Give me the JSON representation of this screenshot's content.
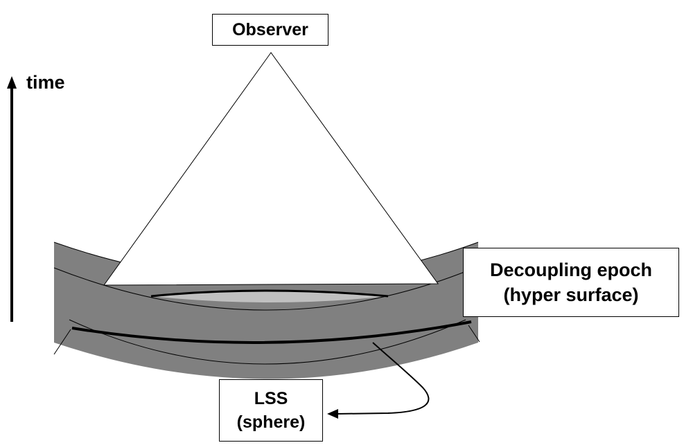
{
  "labels": {
    "observer": "Observer",
    "time": "time",
    "decoupling_line1": "Decoupling epoch",
    "decoupling_line2": "(hyper surface)",
    "lss_line1": "LSS",
    "lss_line2": "(sphere)"
  },
  "colors": {
    "band_fill": "#808080",
    "disk_fill": "#c0c0c0",
    "stroke": "#000000",
    "background": "#ffffff"
  }
}
